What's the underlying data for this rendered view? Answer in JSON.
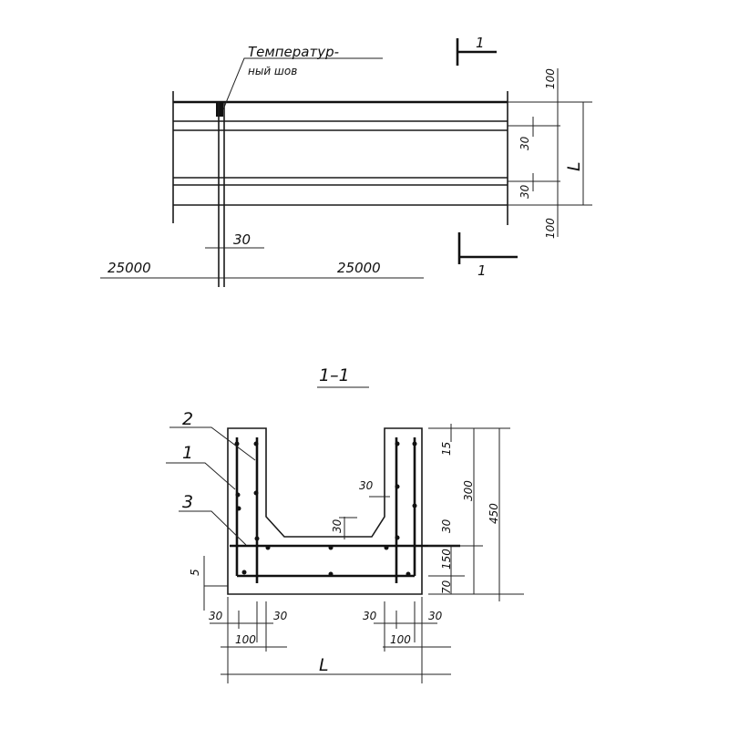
{
  "plan": {
    "joint_label_line1": "Температур-",
    "joint_label_line2": "ный шов",
    "section_mark_top": "1",
    "section_mark_bottom": "1",
    "dim_top_cover": "100",
    "dim_top_gap": "30",
    "dim_bottom_gap": "30",
    "dim_bottom_cover": "100",
    "dim_width": "L",
    "dim_joint": "30",
    "dim_left_length": "25000",
    "dim_right_length": "25000"
  },
  "section": {
    "title": "1–1",
    "callout_2": "2",
    "callout_1": "1",
    "callout_3": "3",
    "dim_15": "15",
    "dim_300": "300",
    "dim_450": "450",
    "dim_30_wall": "30",
    "dim_30_floor": "30",
    "dim_30_right": "30",
    "dim_150": "150",
    "dim_70": "70",
    "dim_5": "5",
    "dim_30_a": "30",
    "dim_30_b": "30",
    "dim_30_c": "30",
    "dim_30_d": "30",
    "dim_100_left": "100",
    "dim_100_right": "100",
    "dim_width": "L"
  }
}
